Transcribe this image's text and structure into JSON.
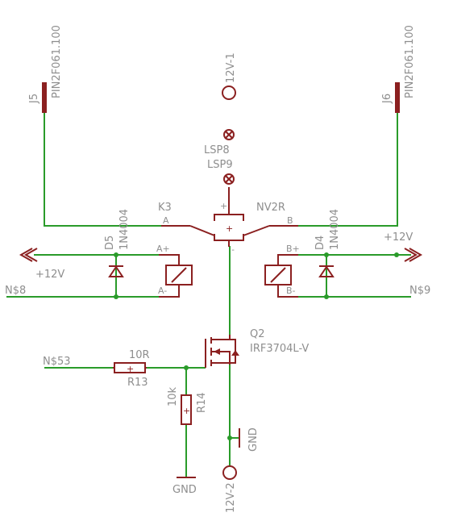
{
  "colors": {
    "net": "#2a9b2a",
    "component": "#8b2020",
    "label": "#8e8e8e",
    "background": "#ffffff"
  },
  "connectors": {
    "j5": {
      "name": "J5",
      "value": "PIN2F061.100"
    },
    "j6": {
      "name": "J6",
      "value": "PIN2F061.100"
    },
    "top_pad": "12V-1",
    "bottom_pad": "12V-2"
  },
  "lsp": {
    "a": "LSP8",
    "b": "LSP9"
  },
  "relay": {
    "name": "K3",
    "value": "NV2R",
    "pin_a": "A",
    "pin_b": "B",
    "plus": "+",
    "minus": "-",
    "coil_a_plus": "A+",
    "coil_a_minus": "A-",
    "coil_b_plus": "B+",
    "coil_b_minus": "B-"
  },
  "diodes": {
    "d5": {
      "name": "D5",
      "value": "1N4004"
    },
    "d4": {
      "name": "D4",
      "value": "1N4004"
    }
  },
  "supply": {
    "left_label": "+12V",
    "right_label": "+12V"
  },
  "nets": {
    "left": "N$8",
    "right": "N$9",
    "gate": "N$53"
  },
  "mosfet": {
    "name": "Q2",
    "value": "IRF3704L-V"
  },
  "resistors": {
    "r13": {
      "name": "R13",
      "value": "10R"
    },
    "r14": {
      "name": "R14",
      "value": "10k"
    }
  },
  "grounds": {
    "left": "GND",
    "right": "GND"
  }
}
